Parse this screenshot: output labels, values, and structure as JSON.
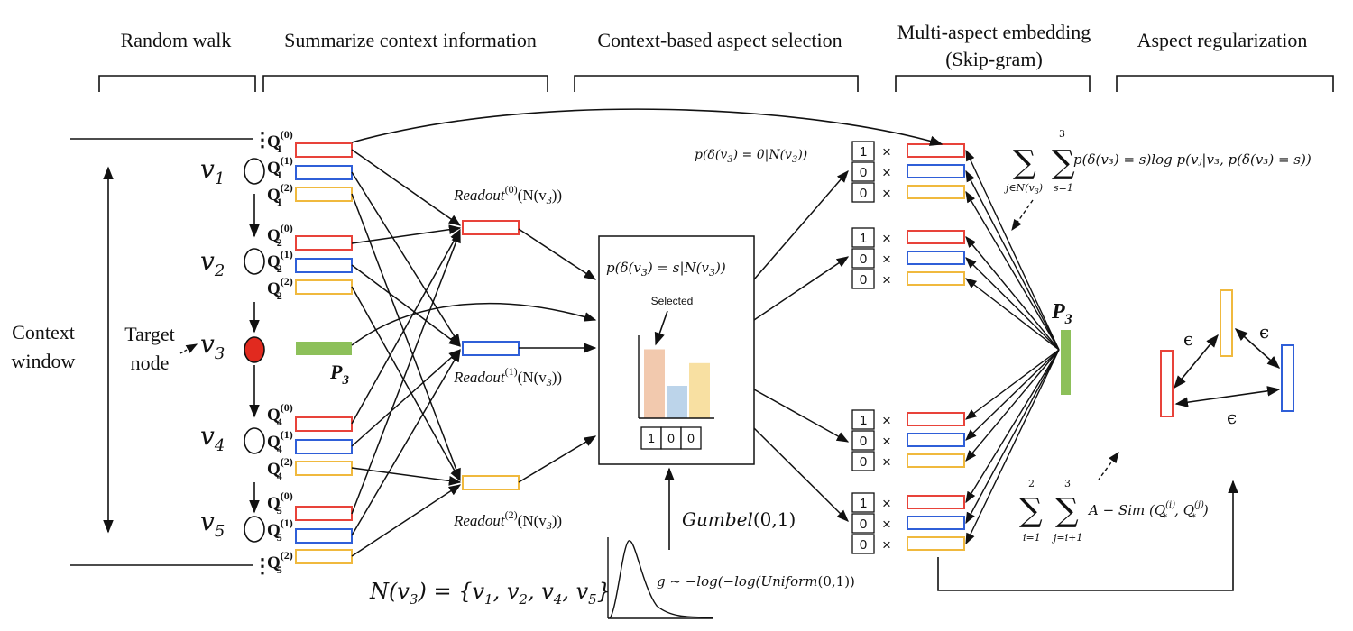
{
  "stages": {
    "random_walk": "Random walk",
    "summarize": "Summarize context information",
    "aspect_selection": "Context-based aspect selection",
    "embedding_line1": "Multi-aspect embedding",
    "embedding_line2": "(Skip-gram)",
    "regularization": "Aspect regularization"
  },
  "context_window": {
    "line1": "Context",
    "line2": "window"
  },
  "target_node": {
    "line1": "Target",
    "line2": "node"
  },
  "nodes": {
    "v1": {
      "base": "v",
      "sub": "1"
    },
    "v2": {
      "base": "v",
      "sub": "2"
    },
    "v3": {
      "base": "v",
      "sub": "3"
    },
    "v4": {
      "base": "v",
      "sub": "4"
    },
    "v5": {
      "base": "v",
      "sub": "5"
    }
  },
  "q_labels": {
    "q10": {
      "base": "Q",
      "sub": "1",
      "sup": "(0)"
    },
    "q11": {
      "base": "Q",
      "sub": "1",
      "sup": "(1)"
    },
    "q12": {
      "base": "Q",
      "sub": "1",
      "sup": "(2)"
    },
    "q20": {
      "base": "Q",
      "sub": "2",
      "sup": "(0)"
    },
    "q21": {
      "base": "Q",
      "sub": "2",
      "sup": "(1)"
    },
    "q22": {
      "base": "Q",
      "sub": "2",
      "sup": "(2)"
    },
    "q40": {
      "base": "Q",
      "sub": "4",
      "sup": "(0)"
    },
    "q41": {
      "base": "Q",
      "sub": "4",
      "sup": "(1)"
    },
    "q42": {
      "base": "Q",
      "sub": "4",
      "sup": "(2)"
    },
    "q50": {
      "base": "Q",
      "sub": "5",
      "sup": "(0)"
    },
    "q51": {
      "base": "Q",
      "sub": "5",
      "sup": "(1)"
    },
    "q52": {
      "base": "Q",
      "sub": "5",
      "sup": "(2)"
    }
  },
  "p3": {
    "base": "P",
    "sub": "3"
  },
  "readouts": {
    "r0": {
      "name": "Readout",
      "sup": "(0)",
      "arg": "(N(v",
      "argsub": "3",
      "close": "))"
    },
    "r1": {
      "name": "Readout",
      "sup": "(1)",
      "arg": "(N(v",
      "argsub": "3",
      "close": "))"
    },
    "r2": {
      "name": "Readout",
      "sup": "(2)",
      "arg": "(N(v",
      "argsub": "3",
      "close": "))"
    }
  },
  "neighborhood": {
    "lhs": "N(v",
    "lhs_sub": "3",
    "rhs": ") = {v",
    "items": [
      "1",
      "2",
      "4",
      "5"
    ]
  },
  "selection_box": {
    "prob_a": "p(δ(v",
    "prob_sub": "3",
    "prob_b": ") = s|N(v",
    "prob_sub2": "3",
    "prob_c": "))",
    "selected_label": "Selected",
    "onehot": [
      "1",
      "0",
      "0"
    ],
    "bar_colors": [
      "#f2c9ae",
      "#bcd4ea",
      "#f8e0a2"
    ],
    "bar_levels": [
      0.85,
      0.4,
      0.68
    ]
  },
  "top_prob": {
    "a": "p(δ(v",
    "sub": "3",
    "b": ") = 0|N(v",
    "sub2": "3",
    "c": "))"
  },
  "gumbel": {
    "name": "Gumbel",
    "args": "(0,1)"
  },
  "gumbel_formula": {
    "a": "g ~ −log(−log(",
    "uniform": "Uniform",
    "b": "(0,1))"
  },
  "onehot_groups": [
    [
      "1",
      "0",
      "0"
    ],
    [
      "1",
      "0",
      "0"
    ],
    [
      "1",
      "0",
      "0"
    ],
    [
      "1",
      "0",
      "0"
    ]
  ],
  "times_symbol": "×",
  "skipgram_formula": {
    "sum_outer_lower": "j∈N(v",
    "sum_outer_lower_sub": "3",
    "sum_outer_lower_close": ")",
    "sum_inner_upper": "3",
    "sum_inner_lower": "s=1",
    "body": "p(δ(v₃) = s)log p(vⱼ|v₃, p(δ(v₃) = s))"
  },
  "reg_formula": {
    "sum1_upper": "2",
    "sum1_lower": "i=1",
    "sum2_upper": "3",
    "sum2_lower": "j=i+1",
    "body_a": "A − Sim (Q",
    "body_sup1": "(i)",
    "body_sub1": "*",
    "body_b": ", Q",
    "body_sup2": "(j)",
    "body_sub2": "*",
    "body_c": ")"
  },
  "epsilon": "ϵ",
  "sigma": "∑",
  "colors": {
    "red": "#e8433a",
    "blue": "#2f5fd8",
    "yellow": "#f0b93e",
    "green": "#8dc05a",
    "node_fill": "#e12a1f"
  }
}
